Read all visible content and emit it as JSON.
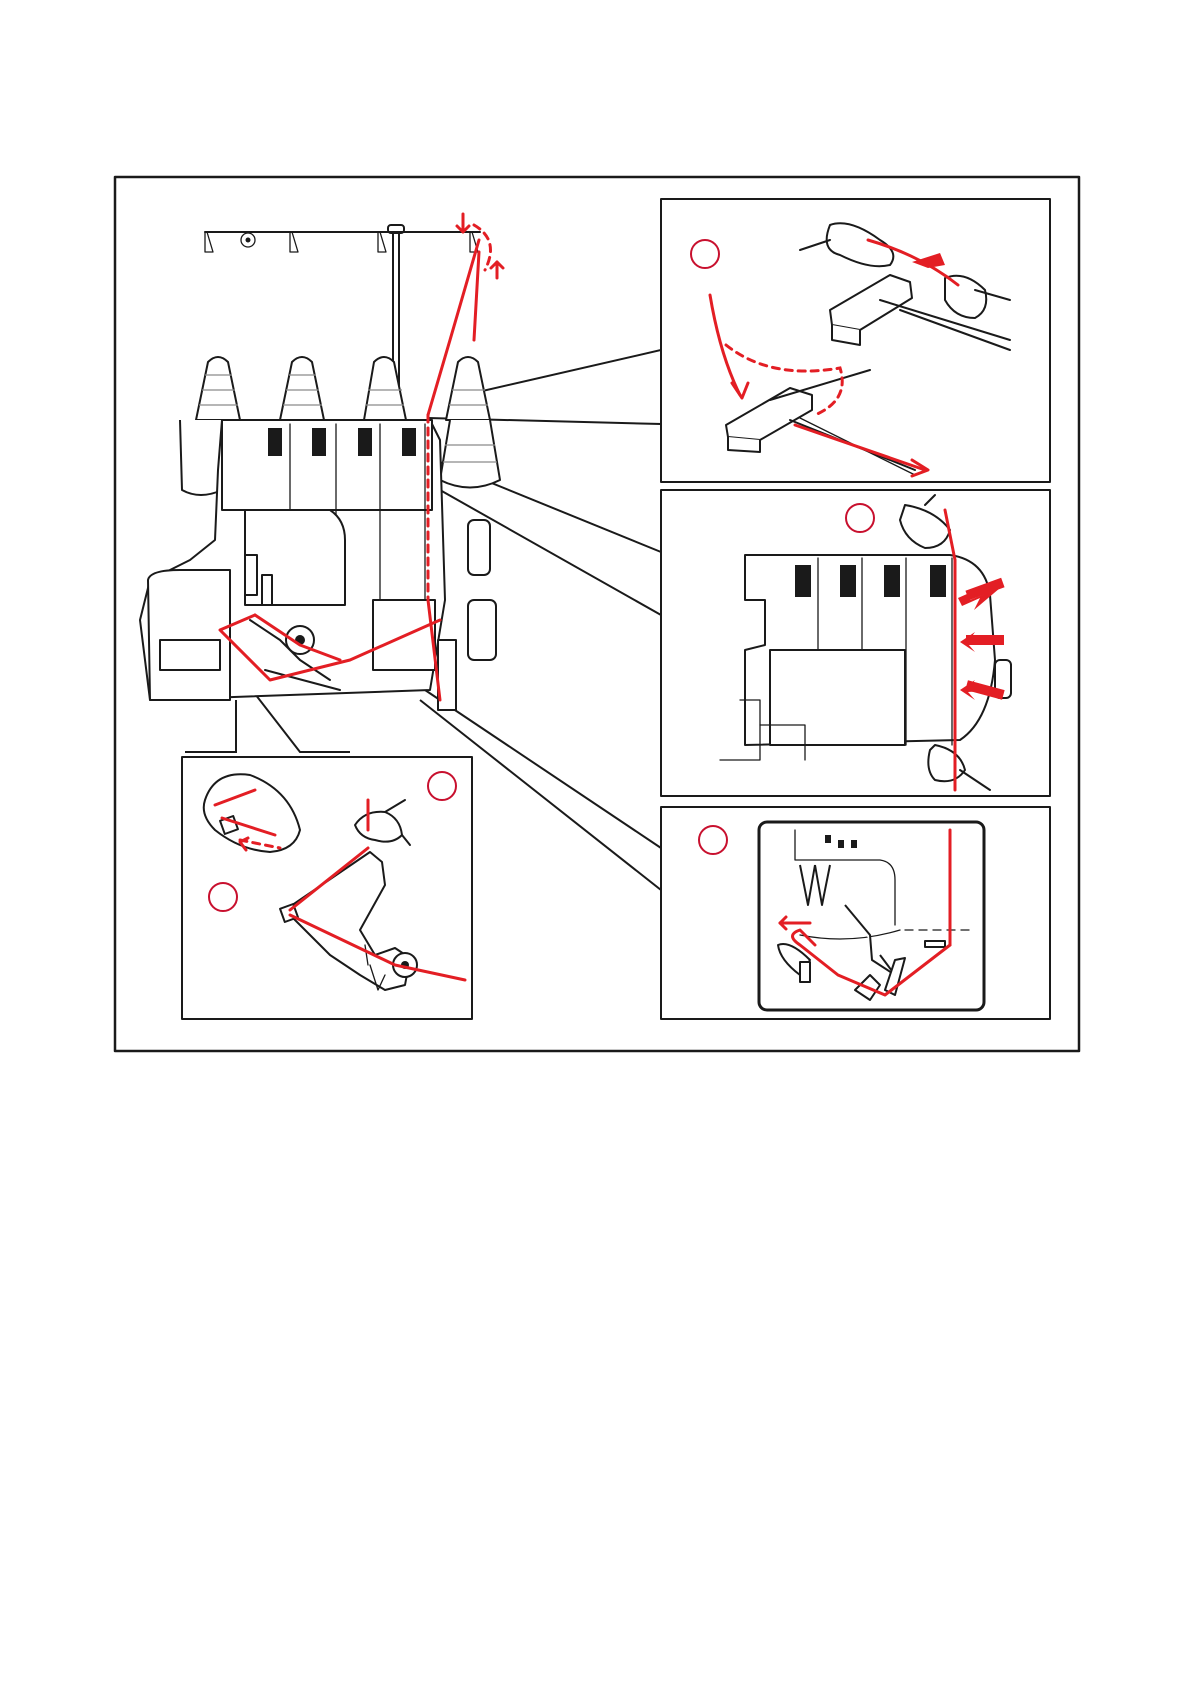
{
  "colors": {
    "thread": "#e31e24",
    "ink": "#1a1a1a",
    "marker": "#c8102e",
    "background": "#ffffff"
  },
  "figure": {
    "main_view": "serger-machine-threading",
    "insets": [
      {
        "id": "a",
        "marker_label": "",
        "content": "thread-guide-slot"
      },
      {
        "id": "b",
        "marker_label": "",
        "content": "tension-dial-channel"
      },
      {
        "id": "c",
        "marker_label": "",
        "content": "looper-threading"
      },
      {
        "id": "d",
        "marker_label": "",
        "content": "needle-area-detail"
      }
    ]
  }
}
